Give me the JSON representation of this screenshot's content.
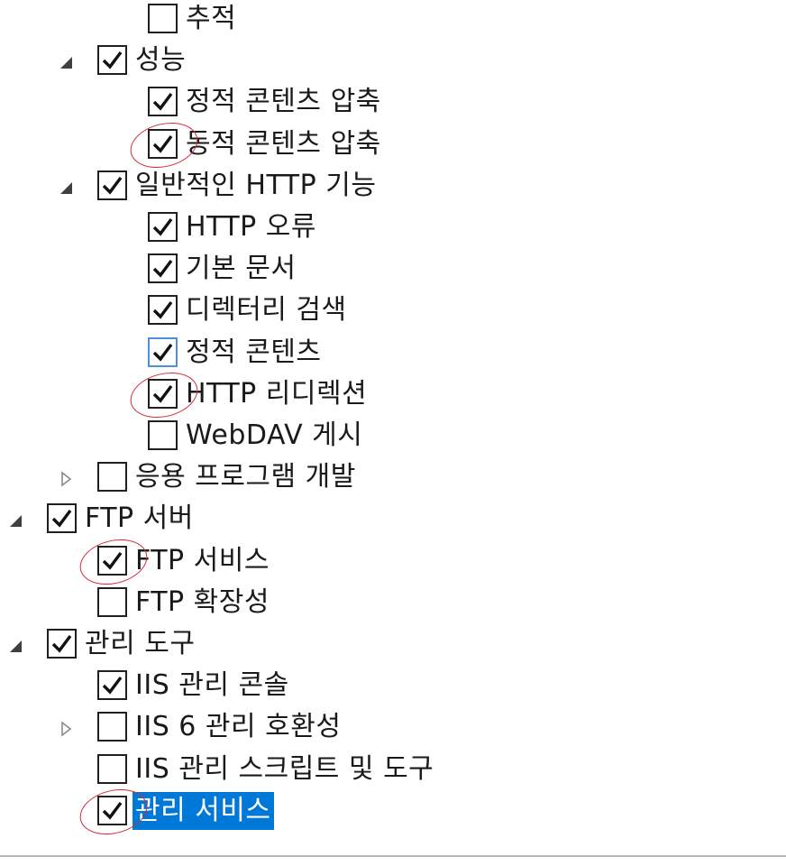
{
  "tree": {
    "items": [
      {
        "id": "tracing",
        "label": "추적",
        "checked": false,
        "expander": "none",
        "level": 3
      },
      {
        "id": "performance",
        "label": "성능",
        "checked": true,
        "expander": "expanded",
        "level": 2
      },
      {
        "id": "static-compression",
        "label": "정적 콘텐츠 압축",
        "checked": true,
        "expander": "none",
        "level": 3
      },
      {
        "id": "dynamic-compression",
        "label": "동적 콘텐츠 압축",
        "checked": true,
        "expander": "none",
        "level": 3
      },
      {
        "id": "common-http",
        "label": "일반적인 HTTP 기능",
        "checked": true,
        "expander": "expanded",
        "level": 2
      },
      {
        "id": "http-errors",
        "label": "HTTP 오류",
        "checked": true,
        "expander": "none",
        "level": 3
      },
      {
        "id": "default-document",
        "label": "기본 문서",
        "checked": true,
        "expander": "none",
        "level": 3
      },
      {
        "id": "directory-browsing",
        "label": "디렉터리 검색",
        "checked": true,
        "expander": "none",
        "level": 3
      },
      {
        "id": "static-content",
        "label": "정적 콘텐츠",
        "checked": true,
        "expander": "none",
        "level": 3,
        "focused": true
      },
      {
        "id": "http-redirection",
        "label": "HTTP 리디렉션",
        "checked": true,
        "expander": "none",
        "level": 3
      },
      {
        "id": "webdav",
        "label": "WebDAV 게시",
        "checked": false,
        "expander": "none",
        "level": 3
      },
      {
        "id": "app-development",
        "label": "응용 프로그램 개발",
        "checked": false,
        "expander": "collapsed",
        "level": 2
      },
      {
        "id": "ftp-server",
        "label": "FTP 서버",
        "checked": true,
        "expander": "expanded",
        "level": 1
      },
      {
        "id": "ftp-service",
        "label": "FTP 서비스",
        "checked": true,
        "expander": "none",
        "level": 2
      },
      {
        "id": "ftp-extensibility",
        "label": "FTP 확장성",
        "checked": false,
        "expander": "none",
        "level": 2
      },
      {
        "id": "management-tools",
        "label": "관리 도구",
        "checked": true,
        "expander": "expanded",
        "level": 1
      },
      {
        "id": "iis-console",
        "label": "IIS 관리 콘솔",
        "checked": true,
        "expander": "none",
        "level": 2
      },
      {
        "id": "iis6-compat",
        "label": "IIS 6 관리 호환성",
        "checked": false,
        "expander": "collapsed",
        "level": 2
      },
      {
        "id": "iis-scripts",
        "label": "IIS 관리 스크립트 및 도구",
        "checked": false,
        "expander": "none",
        "level": 2
      },
      {
        "id": "management-service",
        "label": "관리 서비스",
        "checked": true,
        "expander": "none",
        "level": 2,
        "selected": true
      }
    ],
    "annotations": [
      "dynamic-compression",
      "http-redirection",
      "ftp-service",
      "management-service"
    ],
    "colors": {
      "selection": "#0078d7",
      "annotation": "#d42a3a",
      "focus_border": "#4a8fe0"
    }
  }
}
